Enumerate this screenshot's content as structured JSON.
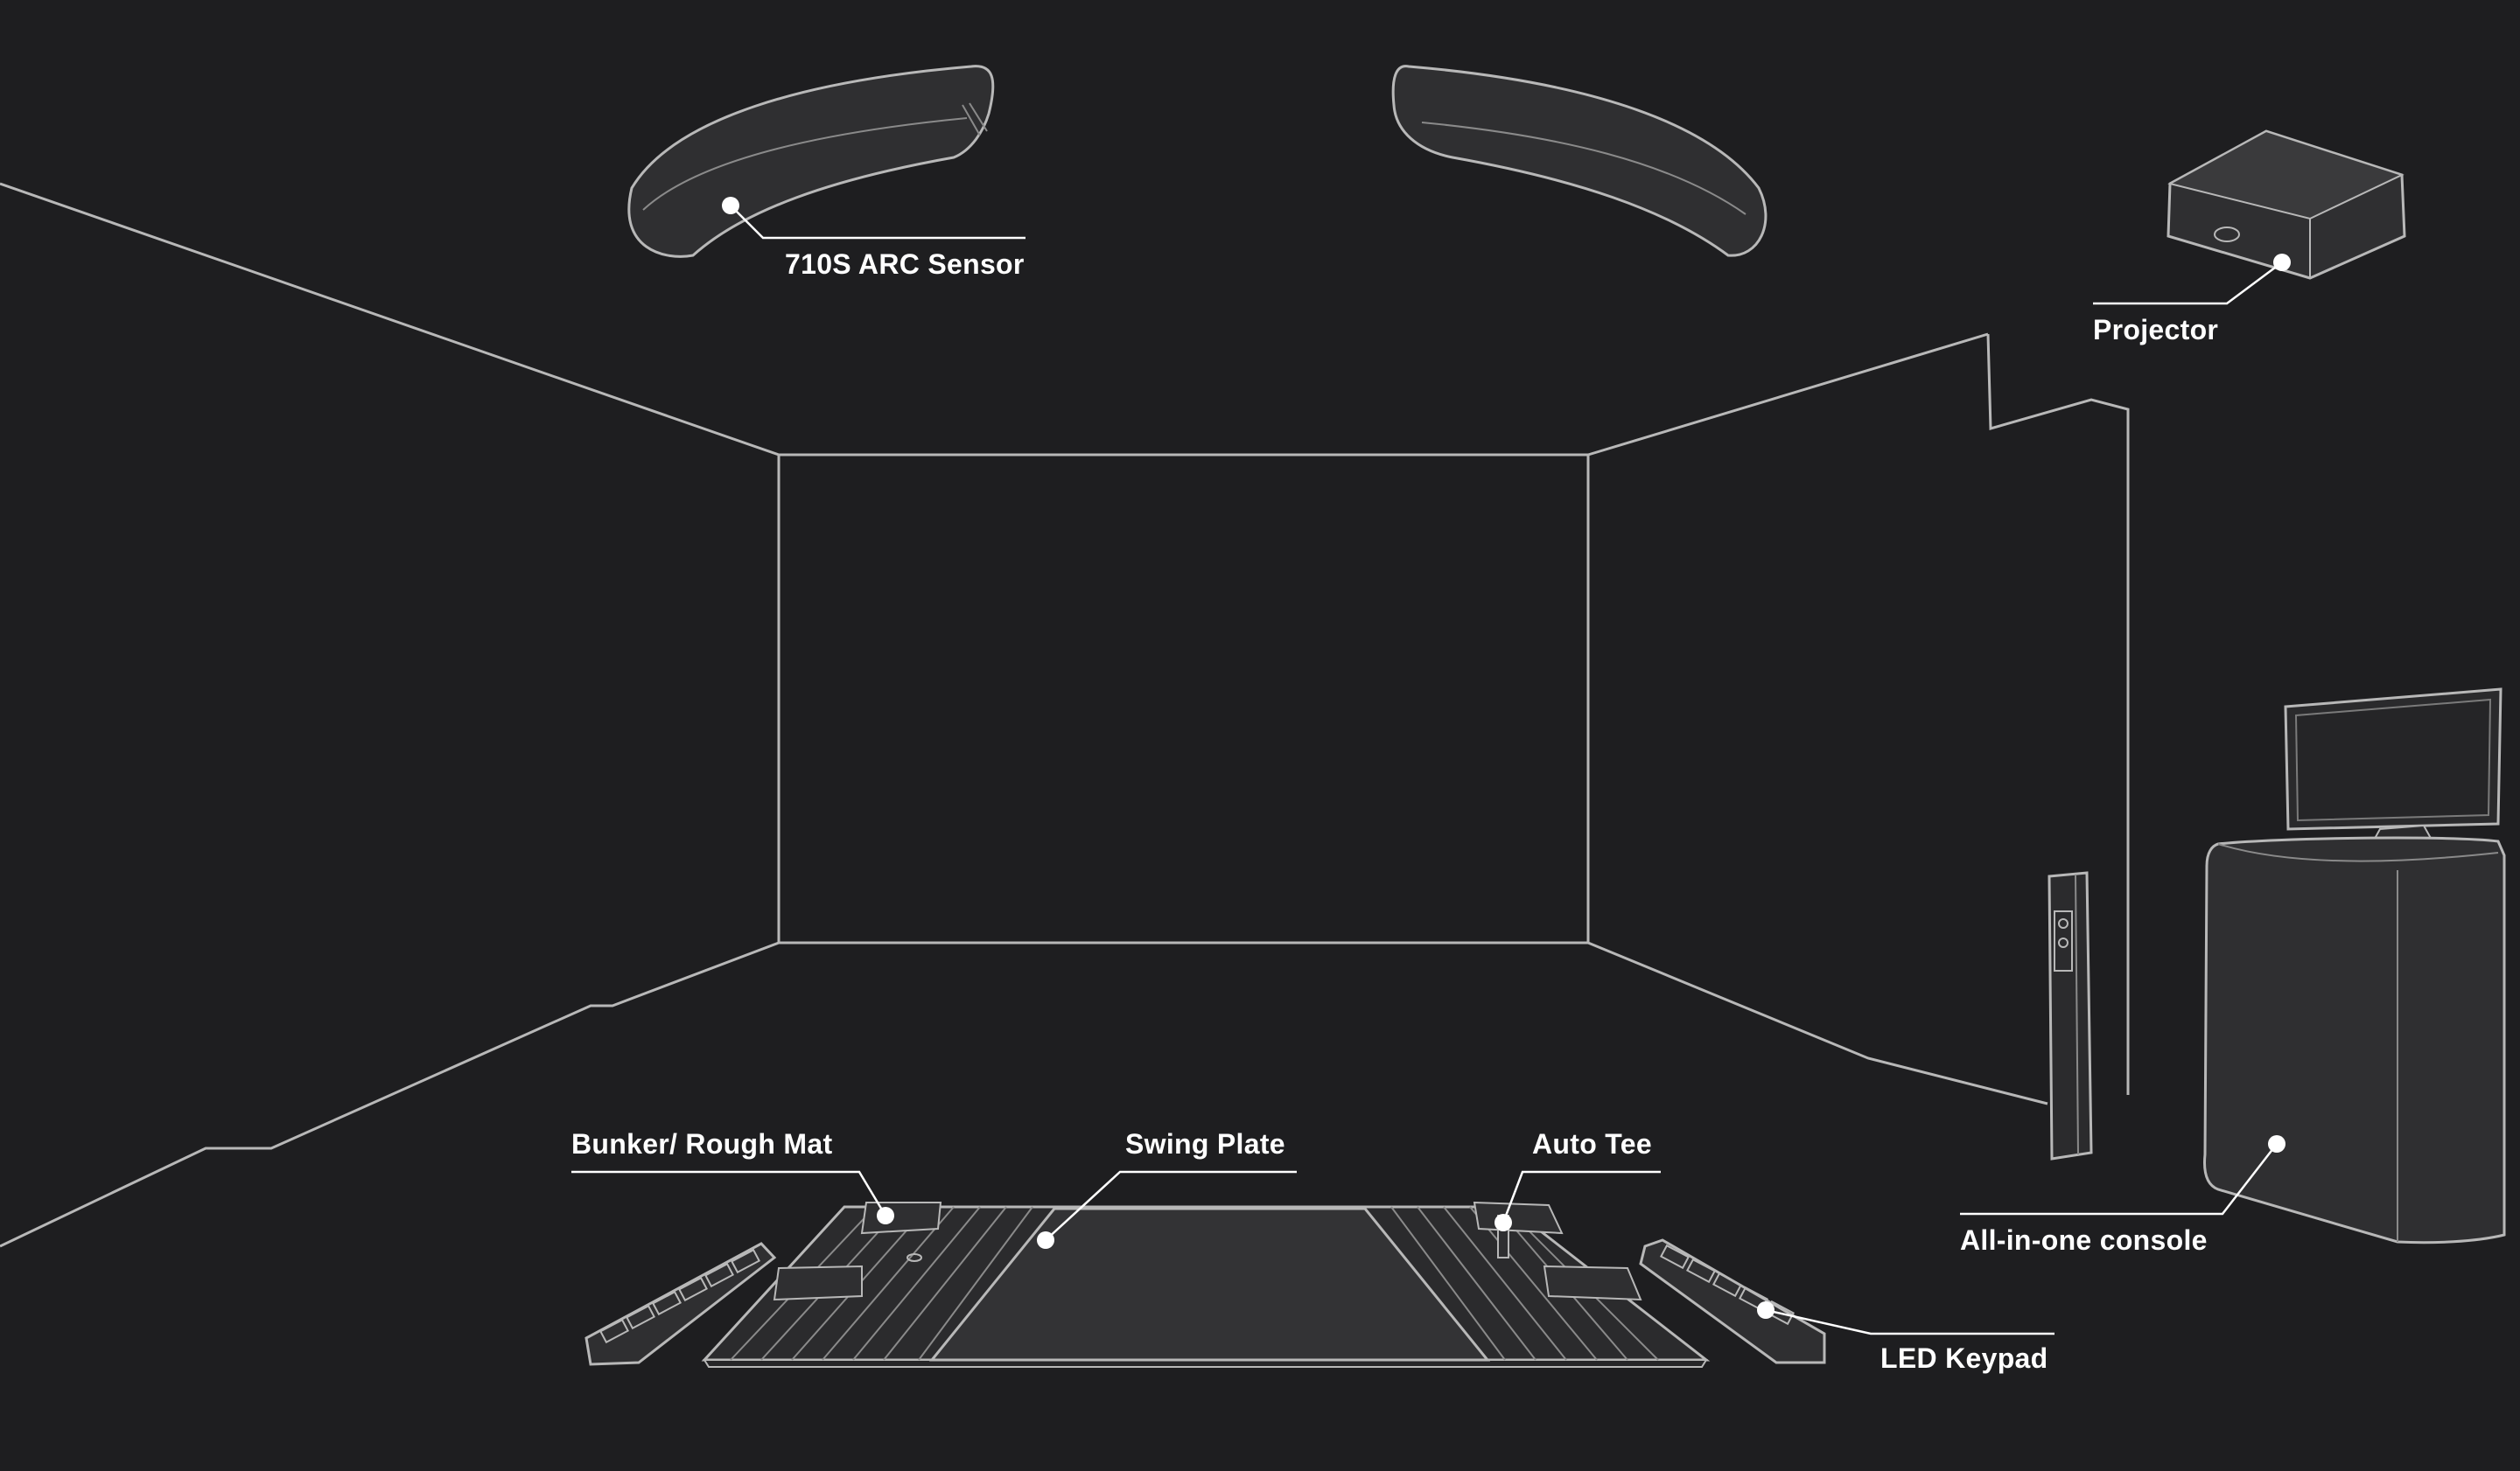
{
  "colors": {
    "background": "#1e1e20",
    "line": "#b8b8b8",
    "object_fill": "#2f2f31",
    "object_fill_dark": "#262628",
    "leader": "#ffffff",
    "dot": "#ffffff"
  },
  "labels": {
    "sensor": "710S ARC Sensor",
    "projector": "Projector",
    "bunker_mat": "Bunker/ Rough Mat",
    "swing_plate": "Swing Plate",
    "auto_tee": "Auto Tee",
    "console": "All-in-one console",
    "keypad": "LED Keypad"
  }
}
